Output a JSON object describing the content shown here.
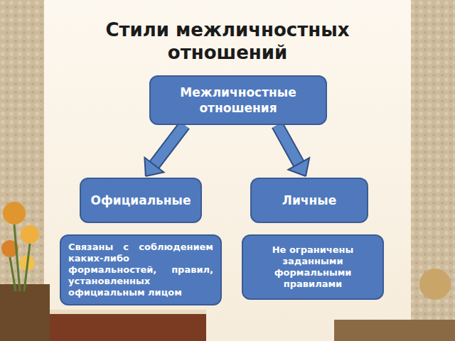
{
  "diagram": {
    "title": "Стили межличностных отношений",
    "nodes": [
      {
        "text": [
          "Межличностные отношения"
        ]
      },
      {
        "text": [
          "Официальные"
        ]
      },
      {
        "text": [
          "Личные"
        ]
      },
      {
        "text": [
          "Связаны с соблюдением каких-либо формальностей, правил, установленных официальным лицом"
        ]
      },
      {
        "text": [
          "Не ограничены заданными формальными правилами"
        ]
      }
    ],
    "edges": [
      {
        "from": 0,
        "to": 1,
        "arrow": "to"
      },
      {
        "from": 0,
        "to": 2,
        "arrow": "to"
      }
    ]
  }
}
